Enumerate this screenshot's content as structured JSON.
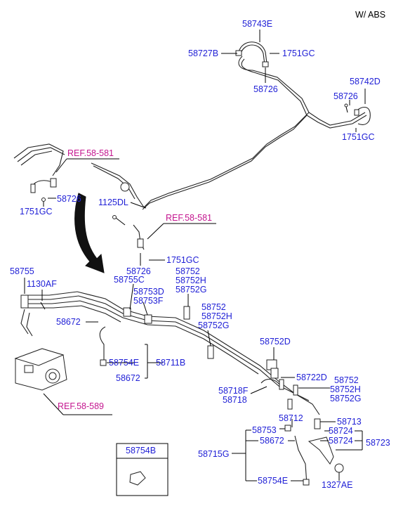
{
  "header": {
    "variant": "W/ ABS"
  },
  "refs": {
    "ref_upper_left": "REF.58-581",
    "ref_middle": "REF.58-581",
    "ref_abs": "REF.58-589"
  },
  "labels": {
    "l58743E": "58743E",
    "l58727B": "58727B",
    "l1751GC_top": "1751GC",
    "l58726_top": "58726",
    "l58742D": "58742D",
    "l58726_right": "58726",
    "l1751GC_right": "1751GC",
    "l58726_left": "58726",
    "l1751GC_left": "1751GC",
    "l1125DL": "1125DL",
    "l58726_mid": "58726",
    "l1751GC_mid": "1751GC",
    "l58755": "58755",
    "l1130AF": "1130AF",
    "l58755C": "58755C",
    "l58752_a": "58752",
    "l58752H_a": "58752H",
    "l58752G_a": "58752G",
    "l58753D": "58753D",
    "l58753F": "58753F",
    "l58752_b": "58752",
    "l58752H_b": "58752H",
    "l58752G_b": "58752G",
    "l58672_a": "58672",
    "l58752D": "58752D",
    "l58754E_a": "58754E",
    "l58711B": "58711B",
    "l58672_b": "58672",
    "l58722D": "58722D",
    "l58752_c": "58752",
    "l58752H_c": "58752H",
    "l58752G_c": "58752G",
    "l58718F": "58718F",
    "l58718": "58718",
    "l58712": "58712",
    "l58713": "58713",
    "l58753": "58753",
    "l58724_a": "58724",
    "l58672_c": "58672",
    "l58724_b": "58724",
    "l58723": "58723",
    "l58715G": "58715G",
    "l58754E_b": "58754E",
    "l1327AE": "1327AE",
    "l58754B": "58754B"
  }
}
